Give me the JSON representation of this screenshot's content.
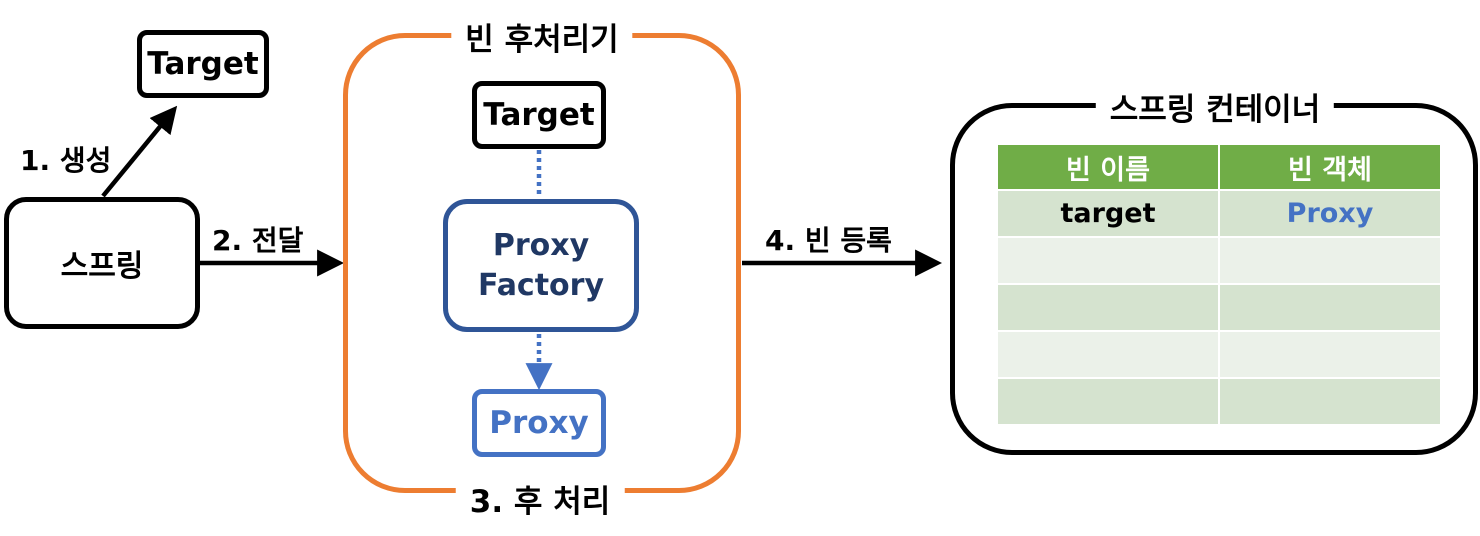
{
  "spring": {
    "label": "스프링"
  },
  "target_created": {
    "label": "Target"
  },
  "steps": {
    "create": "1. 생성",
    "pass": "2. 전달",
    "post_process": "3. 후 처리",
    "register": "4. 빈 등록"
  },
  "bean_post_processor": {
    "title": "빈 후처리기",
    "target": "Target",
    "proxy_factory_line1": "Proxy",
    "proxy_factory_line2": "Factory",
    "proxy": "Proxy"
  },
  "spring_container": {
    "title": "스프링 컨테이너",
    "table": {
      "headers": [
        "빈 이름",
        "빈 객체"
      ],
      "rows": [
        [
          "target",
          "Proxy"
        ],
        [
          "",
          ""
        ],
        [
          "",
          ""
        ],
        [
          "",
          ""
        ],
        [
          "",
          ""
        ]
      ]
    }
  },
  "colors": {
    "orange": "#ed7d31",
    "dark_blue": "#2f5597",
    "blue": "#4472c4",
    "green_header": "#70ad47"
  }
}
